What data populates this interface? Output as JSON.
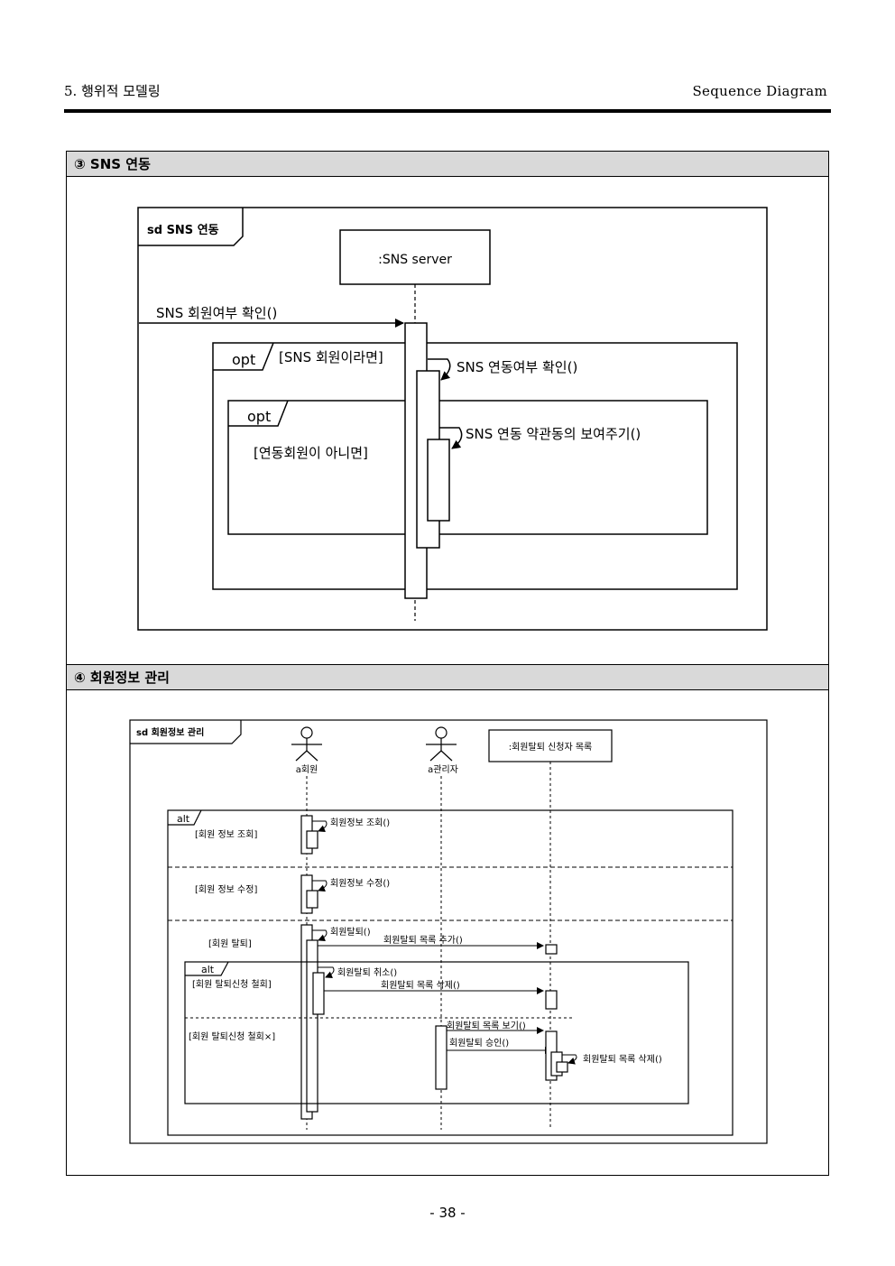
{
  "header": {
    "chapter": "5. 행위적 모델링",
    "section": "Sequence Diagram"
  },
  "sections": [
    {
      "title": "③ SNS 연동",
      "diagram": {
        "frame_label": "sd SNS 연동",
        "lifeline": ":SNS server",
        "message_in": "SNS 회원여부 확인()",
        "opt1_label": "opt",
        "opt1_guard": "[SNS 회원이라면]",
        "self_msg1": "SNS 연동여부 확인()",
        "opt2_label": "opt",
        "opt2_guard": "[연동회원이 아니면]",
        "self_msg2": "SNS 연동 약관동의 보여주기()"
      }
    },
    {
      "title": "④ 회원정보 관리",
      "diagram": {
        "frame_label": "sd 회원정보 관리",
        "actor1": "a회원",
        "actor2": "a관리자",
        "object": ":회원탈퇴 신청자 목록",
        "alt_label": "alt",
        "guard1": "[회원 정보 조회]",
        "msg1": "회원정보 조회()",
        "guard2": "[회원 정보 수정]",
        "msg2": "회원정보 수정()",
        "guard3": "[회원 탈퇴]",
        "msg3": "회원탈퇴()",
        "msg3b": "회원탈퇴 목록 추가()",
        "inner_alt_label": "alt",
        "guard4": "[회원 탈퇴신청 철회]",
        "msg4": "회원탈퇴 취소()",
        "msg4b": "회원탈퇴 목록 삭제()",
        "guard5": "[회원 탈퇴신청 철회×]",
        "msg5": "회원탈퇴 목록 보기()",
        "msg5b": "회원탈퇴 승인()",
        "msg5c": "회원탈퇴 목록 삭제()"
      }
    }
  ],
  "page_number": "- 38 -"
}
